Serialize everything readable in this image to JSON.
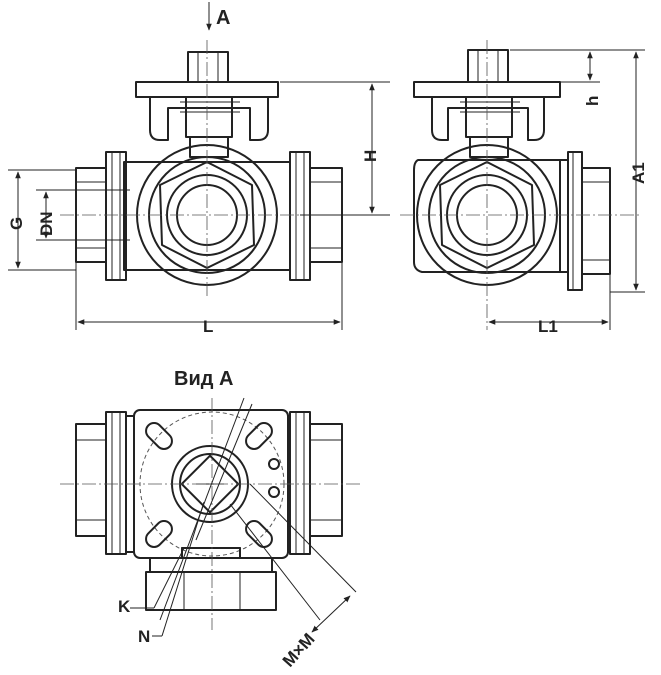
{
  "labels": {
    "view_arrow": "A",
    "dim_height": "H",
    "dim_G": "G",
    "dim_DN": "DN",
    "dim_L": "L",
    "dim_h": "h",
    "dim_A1": "A1",
    "dim_L1": "L1",
    "view_title": "Вид А",
    "dim_K": "K",
    "dim_N": "N",
    "dim_MxM": "M×M"
  },
  "colors": {
    "line": "#222222",
    "axis": "#555555",
    "background": "#ffffff"
  }
}
